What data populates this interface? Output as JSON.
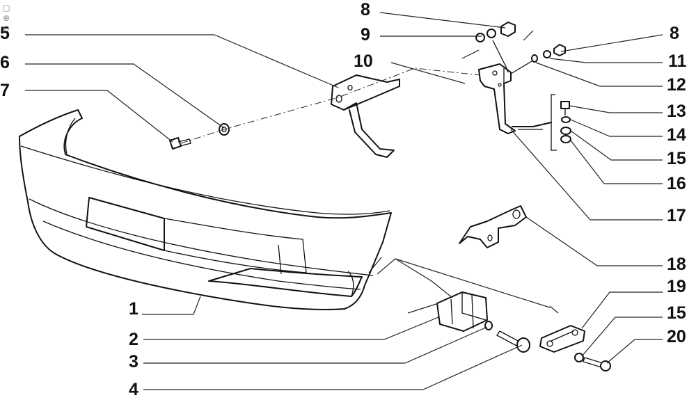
{
  "callouts": {
    "c1": "1",
    "c2": "2",
    "c3": "3",
    "c4": "4",
    "c5": "5",
    "c6": "6",
    "c7": "7",
    "c8a": "8",
    "c8b": "8",
    "c9": "9",
    "c10": "10",
    "c11": "11",
    "c12": "12",
    "c13": "13",
    "c14": "14",
    "c15a": "15",
    "c15b": "15",
    "c16": "16",
    "c17": "17",
    "c18": "18",
    "c19": "19",
    "c20": "20"
  },
  "toolbar": {
    "icons": [
      "fit-page-icon",
      "zoom-in-icon",
      "zoom-out-icon"
    ]
  },
  "colors": {
    "line": "#111111",
    "background": "#ffffff",
    "tool_icon": "#8a8a8a"
  }
}
